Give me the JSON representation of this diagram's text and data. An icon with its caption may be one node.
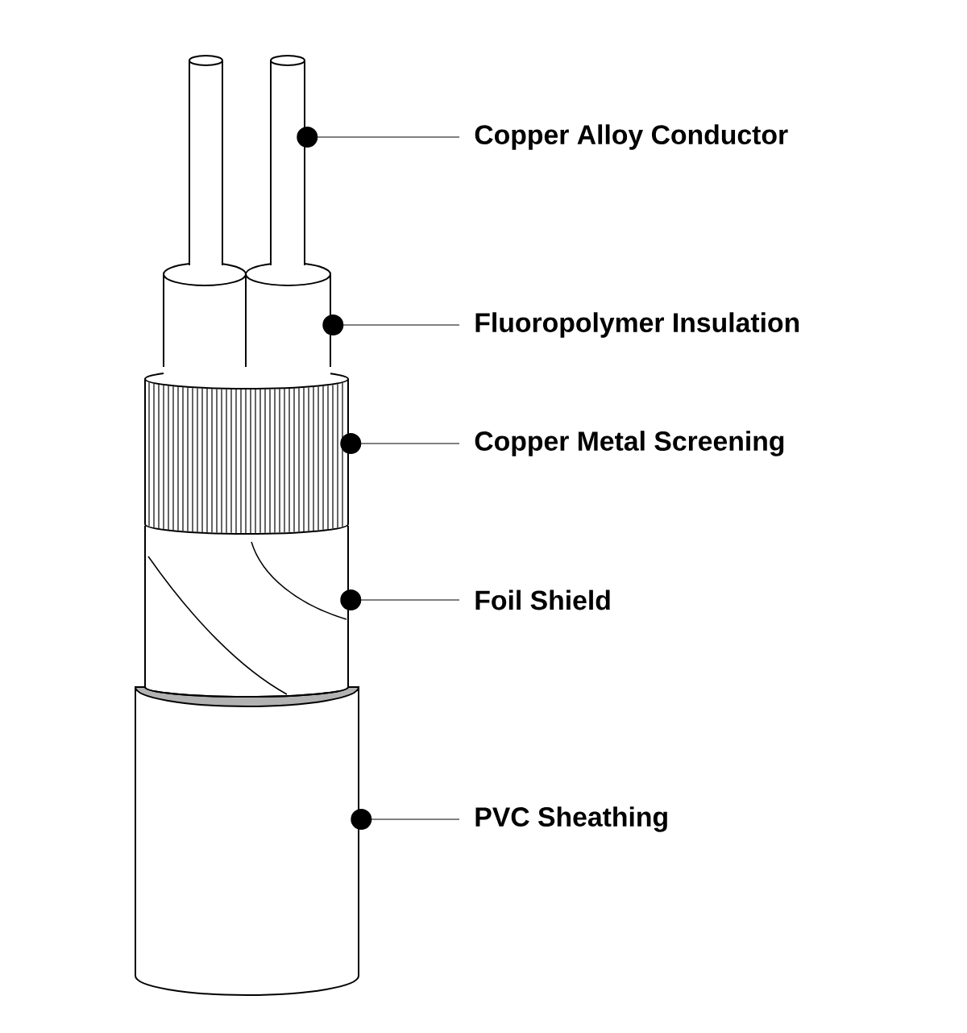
{
  "diagram": {
    "nodes": [
      {
        "text": [
          "Copper Alloy Conductor"
        ]
      },
      {
        "text": [
          "Fluoropolymer Insulation"
        ]
      },
      {
        "text": [
          "Copper Metal Screening"
        ]
      },
      {
        "text": [
          "Foil Shield"
        ]
      },
      {
        "text": [
          "PVC Sheathing"
        ]
      },
      {
        "text": [],
        "shape": "cylinder"
      },
      {
        "text": [],
        "shape": "cylinder"
      },
      {
        "text": [],
        "shape": "cylinder"
      },
      {
        "text": [],
        "shape": "cylinder"
      },
      {
        "text": [],
        "shape": "cylinder"
      },
      {
        "text": [],
        "shape": "cylinder"
      },
      {
        "text": [],
        "shape": "cylinder"
      }
    ],
    "edges": [
      {
        "from": 0,
        "to": 6,
        "arrow": "other"
      },
      {
        "from": 1,
        "to": 8,
        "arrow": "other"
      },
      {
        "from": 2,
        "to": 9,
        "arrow": "other"
      },
      {
        "from": 3,
        "to": 10,
        "arrow": "other"
      },
      {
        "from": 4,
        "to": 11,
        "arrow": "other"
      }
    ]
  }
}
